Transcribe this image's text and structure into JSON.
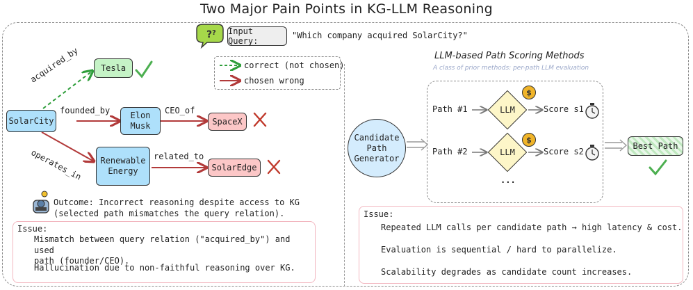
{
  "title": "Two Major Pain Points in KG-LLM Reasoning",
  "query": {
    "label": "Input Query:",
    "text": "\"Which company acquired SolarCity?\""
  },
  "left": {
    "nodes": {
      "solarcity": "SolarCity",
      "tesla": "Tesla",
      "elon_musk": "Elon\nMusk",
      "spacex": "SpaceX",
      "renewable_energy": "Renewable\nEnergy",
      "solaredge": "SolarEdge"
    },
    "edges": {
      "acquired_by": "acquired_by",
      "founded_by": "founded_by",
      "ceo_of": "CEO_of",
      "operates_in": "operates_in",
      "related_to": "related_to"
    },
    "legend": {
      "correct": "correct (not chosen)",
      "wrong": "chosen wrong"
    },
    "outcome": {
      "line1": "Outcome: Incorrect reasoning despite access to KG",
      "line2": "(selected path mismatches the query relation)."
    },
    "issue": {
      "title": "Issue:",
      "items": [
        {
          "line1": "Mismatch between query relation (\"acquired_by\") and used",
          "line2": "path (founder/CEO)."
        },
        {
          "line1": "Hallucination due to non-faithful reasoning over KG."
        }
      ]
    }
  },
  "right": {
    "title": "LLM-based Path Scoring Methods",
    "subtitle": "A class of prior methods: per-path LLM evaluation",
    "generator": "Candidate\nPath\nGenerator",
    "paths": [
      {
        "path": "Path #1",
        "llm": "LLM",
        "score": "Score s1"
      },
      {
        "path": "Path #2",
        "llm": "LLM",
        "score": "Score s2"
      }
    ],
    "ellipsis": "...",
    "best_path": "Best Path",
    "coin_symbol": "$",
    "issue": {
      "title": "Issue:",
      "items": [
        "Repeated LLM calls per candidate path → high latency & cost.",
        "Evaluation is sequential / hard to parallelize.",
        "Scalability degrades as candidate count increases."
      ]
    }
  },
  "colors": {
    "correct": "#2e9e3a",
    "wrong": "#b23a3a",
    "node_blue": "#aee0fb",
    "node_green": "#c5f3c6",
    "node_pink": "#fcc7c7",
    "llm_fill": "#fdf6c8",
    "coin": "#f0b429",
    "bulb": "#f2c12e",
    "issue_border": "#f2b6bf"
  }
}
